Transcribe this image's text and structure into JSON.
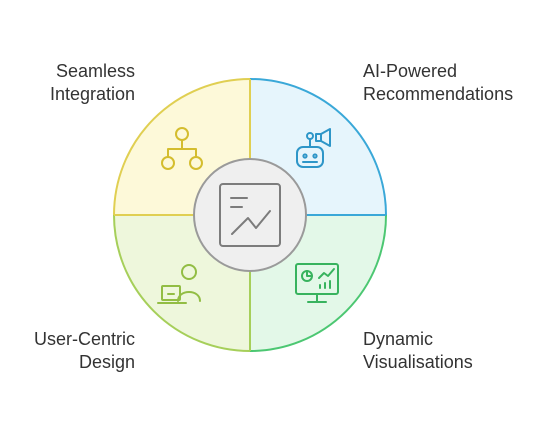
{
  "segments": [
    {
      "id": "seamless-integration",
      "lines": [
        "Seamless",
        "Integration"
      ],
      "icon": "hierarchy-tree-icon",
      "fill": "#fdf9d9",
      "stroke": "#e0cf52",
      "icon_color": "#d4bd2e"
    },
    {
      "id": "ai-powered-recommendations",
      "lines": [
        "AI-Powered",
        "Recommendations"
      ],
      "icon": "robot-megaphone-icon",
      "fill": "#e6f5fc",
      "stroke": "#3aa8d8",
      "icon_color": "#2e96c8"
    },
    {
      "id": "user-centric-design",
      "lines": [
        "User-Centric",
        "Design"
      ],
      "icon": "user-laptop-icon",
      "fill": "#eef7dc",
      "stroke": "#a6cf5a",
      "icon_color": "#92bd44"
    },
    {
      "id": "dynamic-visualisations",
      "lines": [
        "Dynamic",
        "Visualisations"
      ],
      "icon": "analytics-monitor-icon",
      "fill": "#e3f8e8",
      "stroke": "#4cc772",
      "icon_color": "#38b35e"
    }
  ],
  "center": {
    "icon": "line-chart-icon",
    "fill": "#efefef",
    "stroke": "#9a9a9a"
  }
}
